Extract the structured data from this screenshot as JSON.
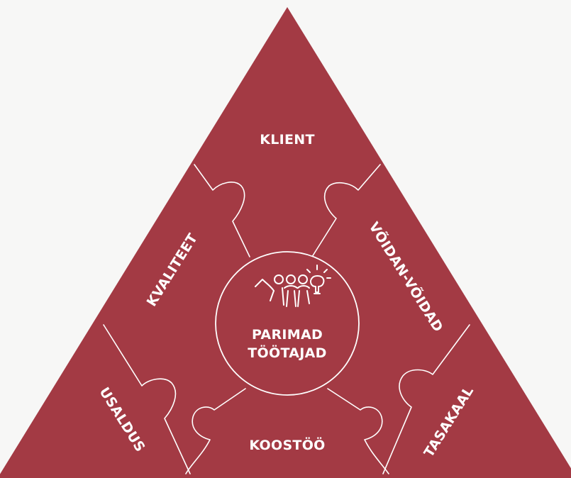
{
  "colors": {
    "background": "#f7f7f6",
    "triangle": "#a33a44",
    "lines": "#ffffff"
  },
  "segments": {
    "top": "KLIENT",
    "upper_left": "KVALITEET",
    "upper_right": "VÕIDAN-VÕIDAD",
    "lower_left": "USALDUS",
    "bottom": "KOOSTÖÖ",
    "lower_right": "TASAKAAL"
  },
  "center": {
    "line1": "PARIMAD",
    "line2": "TÖÖTAJAD",
    "icon": "team-lightbulb-icon"
  }
}
